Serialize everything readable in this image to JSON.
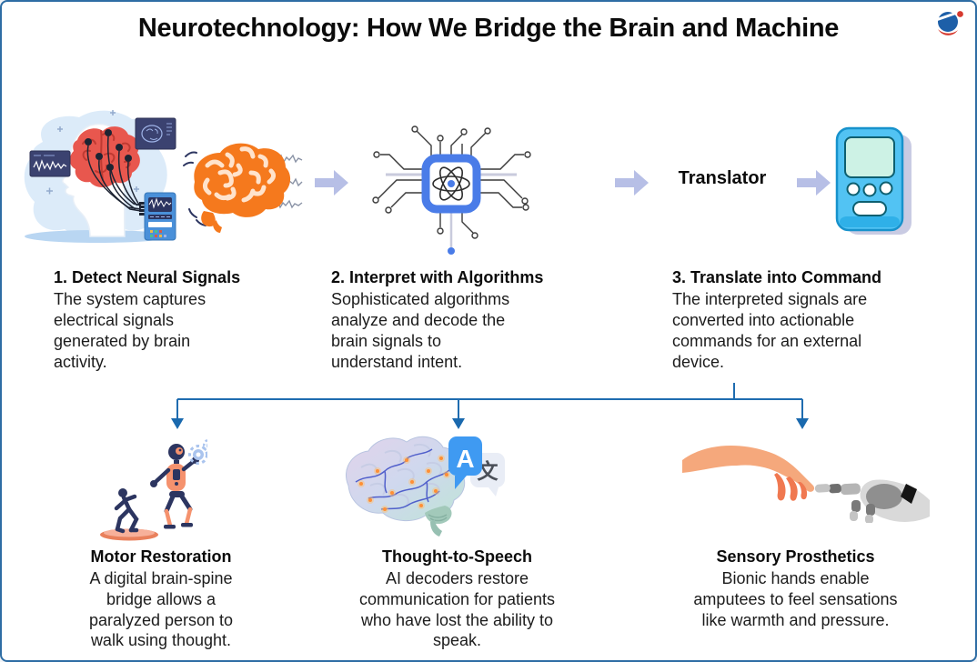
{
  "canvas": {
    "title": "Neurotechnology: How We Bridge the Brain and Machine",
    "border_color": "#2e6da4",
    "background_color": "#ffffff"
  },
  "logo": {
    "blue": "#1d5fa8",
    "red": "#d63a2f"
  },
  "pipeline": {
    "translator_label": "Translator",
    "arrow_color": "#b7bfe6",
    "steps": [
      {
        "heading": "1. Detect Neural Signals",
        "body": "The system captures electrical signals generated by brain activity.",
        "icon": "eeg-head-illustration"
      },
      {
        "heading": "2. Interpret with Algorithms",
        "body": "Sophisticated algorithms analyze and decode the brain signals to understand intent.",
        "icon": "algorithm-chip-icon"
      },
      {
        "heading": "3. Translate into Command",
        "body": "The interpreted signals are converted into actionable commands for an external device.",
        "icon": "translator-device-illustration"
      }
    ]
  },
  "connector_color": "#1f6cb0",
  "applications": [
    {
      "heading": "Motor Restoration",
      "body": "A digital brain-spine bridge allows a paralyzed person to walk using thought.",
      "icon": "walking-robot-illustration"
    },
    {
      "heading": "Thought-to-Speech",
      "body": "AI decoders restore communication for patients who have lost the ability to speak.",
      "icon": "brain-translate-illustration",
      "translate_icon": {
        "latin_glyph": "A",
        "cjk_glyph": "文"
      }
    },
    {
      "heading": "Sensory Prosthetics",
      "body": "Bionic hands enable amputees to feel sensations like warmth and pressure.",
      "icon": "human-robot-hands-illustration"
    }
  ]
}
